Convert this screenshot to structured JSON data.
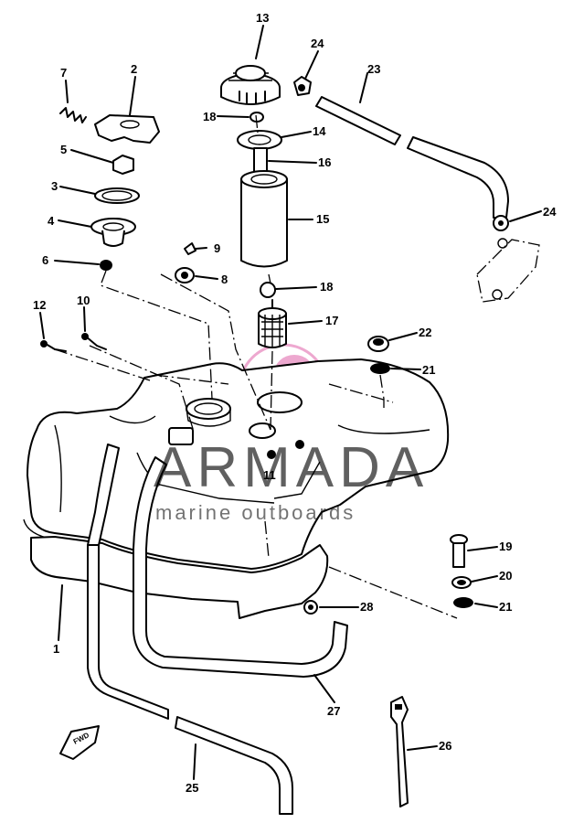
{
  "diagram": {
    "callouts": [
      {
        "id": "1",
        "label": "1"
      },
      {
        "id": "2",
        "label": "2"
      },
      {
        "id": "3",
        "label": "3"
      },
      {
        "id": "4",
        "label": "4"
      },
      {
        "id": "5",
        "label": "5"
      },
      {
        "id": "6",
        "label": "6"
      },
      {
        "id": "7",
        "label": "7"
      },
      {
        "id": "8",
        "label": "8"
      },
      {
        "id": "9",
        "label": "9"
      },
      {
        "id": "10",
        "label": "10"
      },
      {
        "id": "11",
        "label": "11"
      },
      {
        "id": "12",
        "label": "12"
      },
      {
        "id": "13",
        "label": "13"
      },
      {
        "id": "14",
        "label": "14"
      },
      {
        "id": "15",
        "label": "15"
      },
      {
        "id": "16",
        "label": "16"
      },
      {
        "id": "17",
        "label": "17"
      },
      {
        "id": "18a",
        "label": "18"
      },
      {
        "id": "18b",
        "label": "18"
      },
      {
        "id": "19",
        "label": "19"
      },
      {
        "id": "20",
        "label": "20"
      },
      {
        "id": "21a",
        "label": "21"
      },
      {
        "id": "21b",
        "label": "21"
      },
      {
        "id": "22",
        "label": "22"
      },
      {
        "id": "23",
        "label": "23"
      },
      {
        "id": "24a",
        "label": "24"
      },
      {
        "id": "24b",
        "label": "24"
      },
      {
        "id": "25",
        "label": "25"
      },
      {
        "id": "26",
        "label": "26"
      },
      {
        "id": "27",
        "label": "27"
      },
      {
        "id": "28",
        "label": "28"
      }
    ],
    "fwd_mark": "FWD"
  },
  "watermark": {
    "brand": "ARMADA",
    "tagline": "marine outboards",
    "accent_color": "#e88bc0"
  }
}
